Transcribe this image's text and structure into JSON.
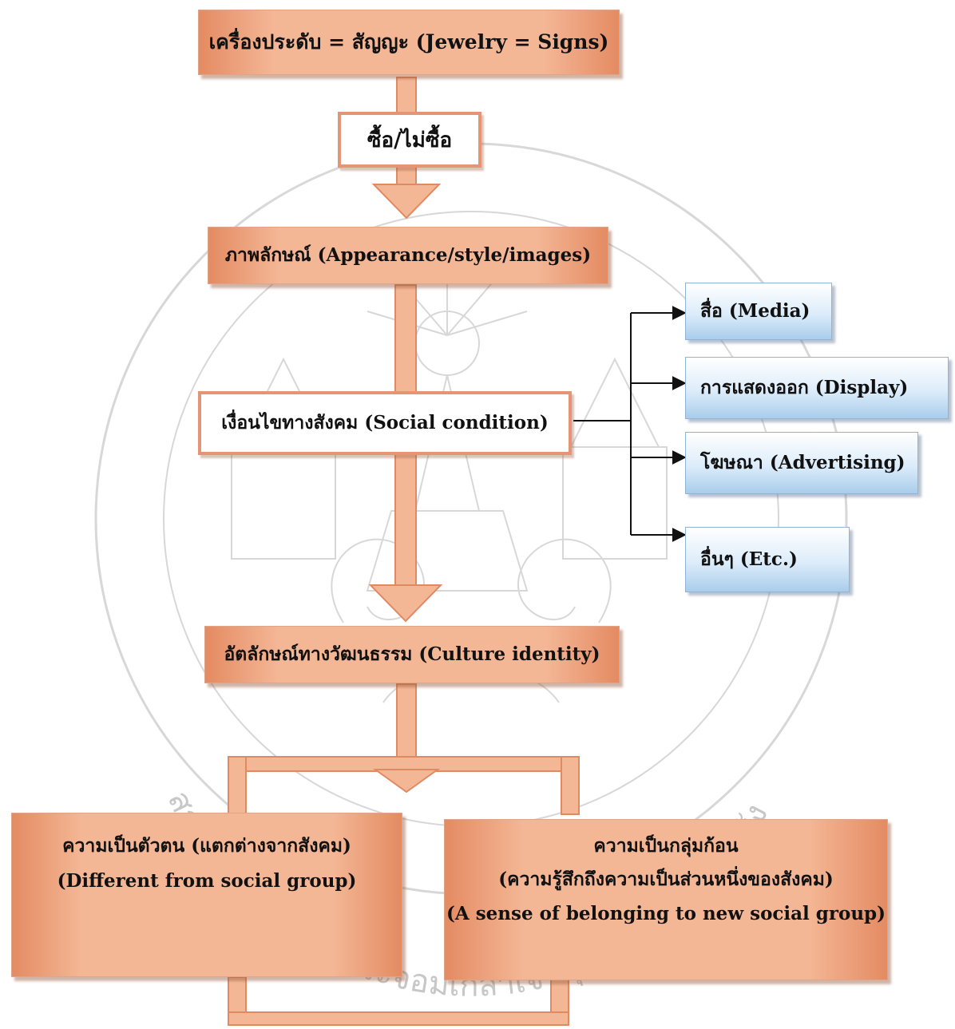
{
  "boxes": {
    "top": "เครื่องประดับ = สัญญะ (Jewelry = Signs)",
    "buy": "ซื้อ/ไม่ซื้อ",
    "image": "ภาพลักษณ์ (Appearance/style/images)",
    "social": "เงื่อนไขทางสังคม (Social condition)",
    "culture": "อัตลักษณ์ทางวัฒนธรรม (Culture identity)",
    "left_line1": "ความเป็นตัวตน (แตกต่างจากสังคม)",
    "left_line2": "(Different from social group)",
    "right_line1": "ความเป็นกลุ่มก้อน",
    "right_line2": "(ความรู้สึกถึงความเป็นส่วนหนึ่งของสังคม)",
    "right_line3": "(A sense of belonging to new social group)"
  },
  "factors": [
    "สื่อ (Media)",
    "การแสดงออก (Display)",
    "โฆษณา (Advertising)",
    "อื่นๆ (Etc.)"
  ],
  "watermark_text": "สถาบันเทคโนโลยีพระจอมเกล้าเจ้าคุณทหารลาดกระบัง",
  "colors": {
    "orange": "#f4b796",
    "orange_dark": "#e48b62",
    "blue": "#a9cdeb",
    "watermark": "#9a9a9a"
  }
}
